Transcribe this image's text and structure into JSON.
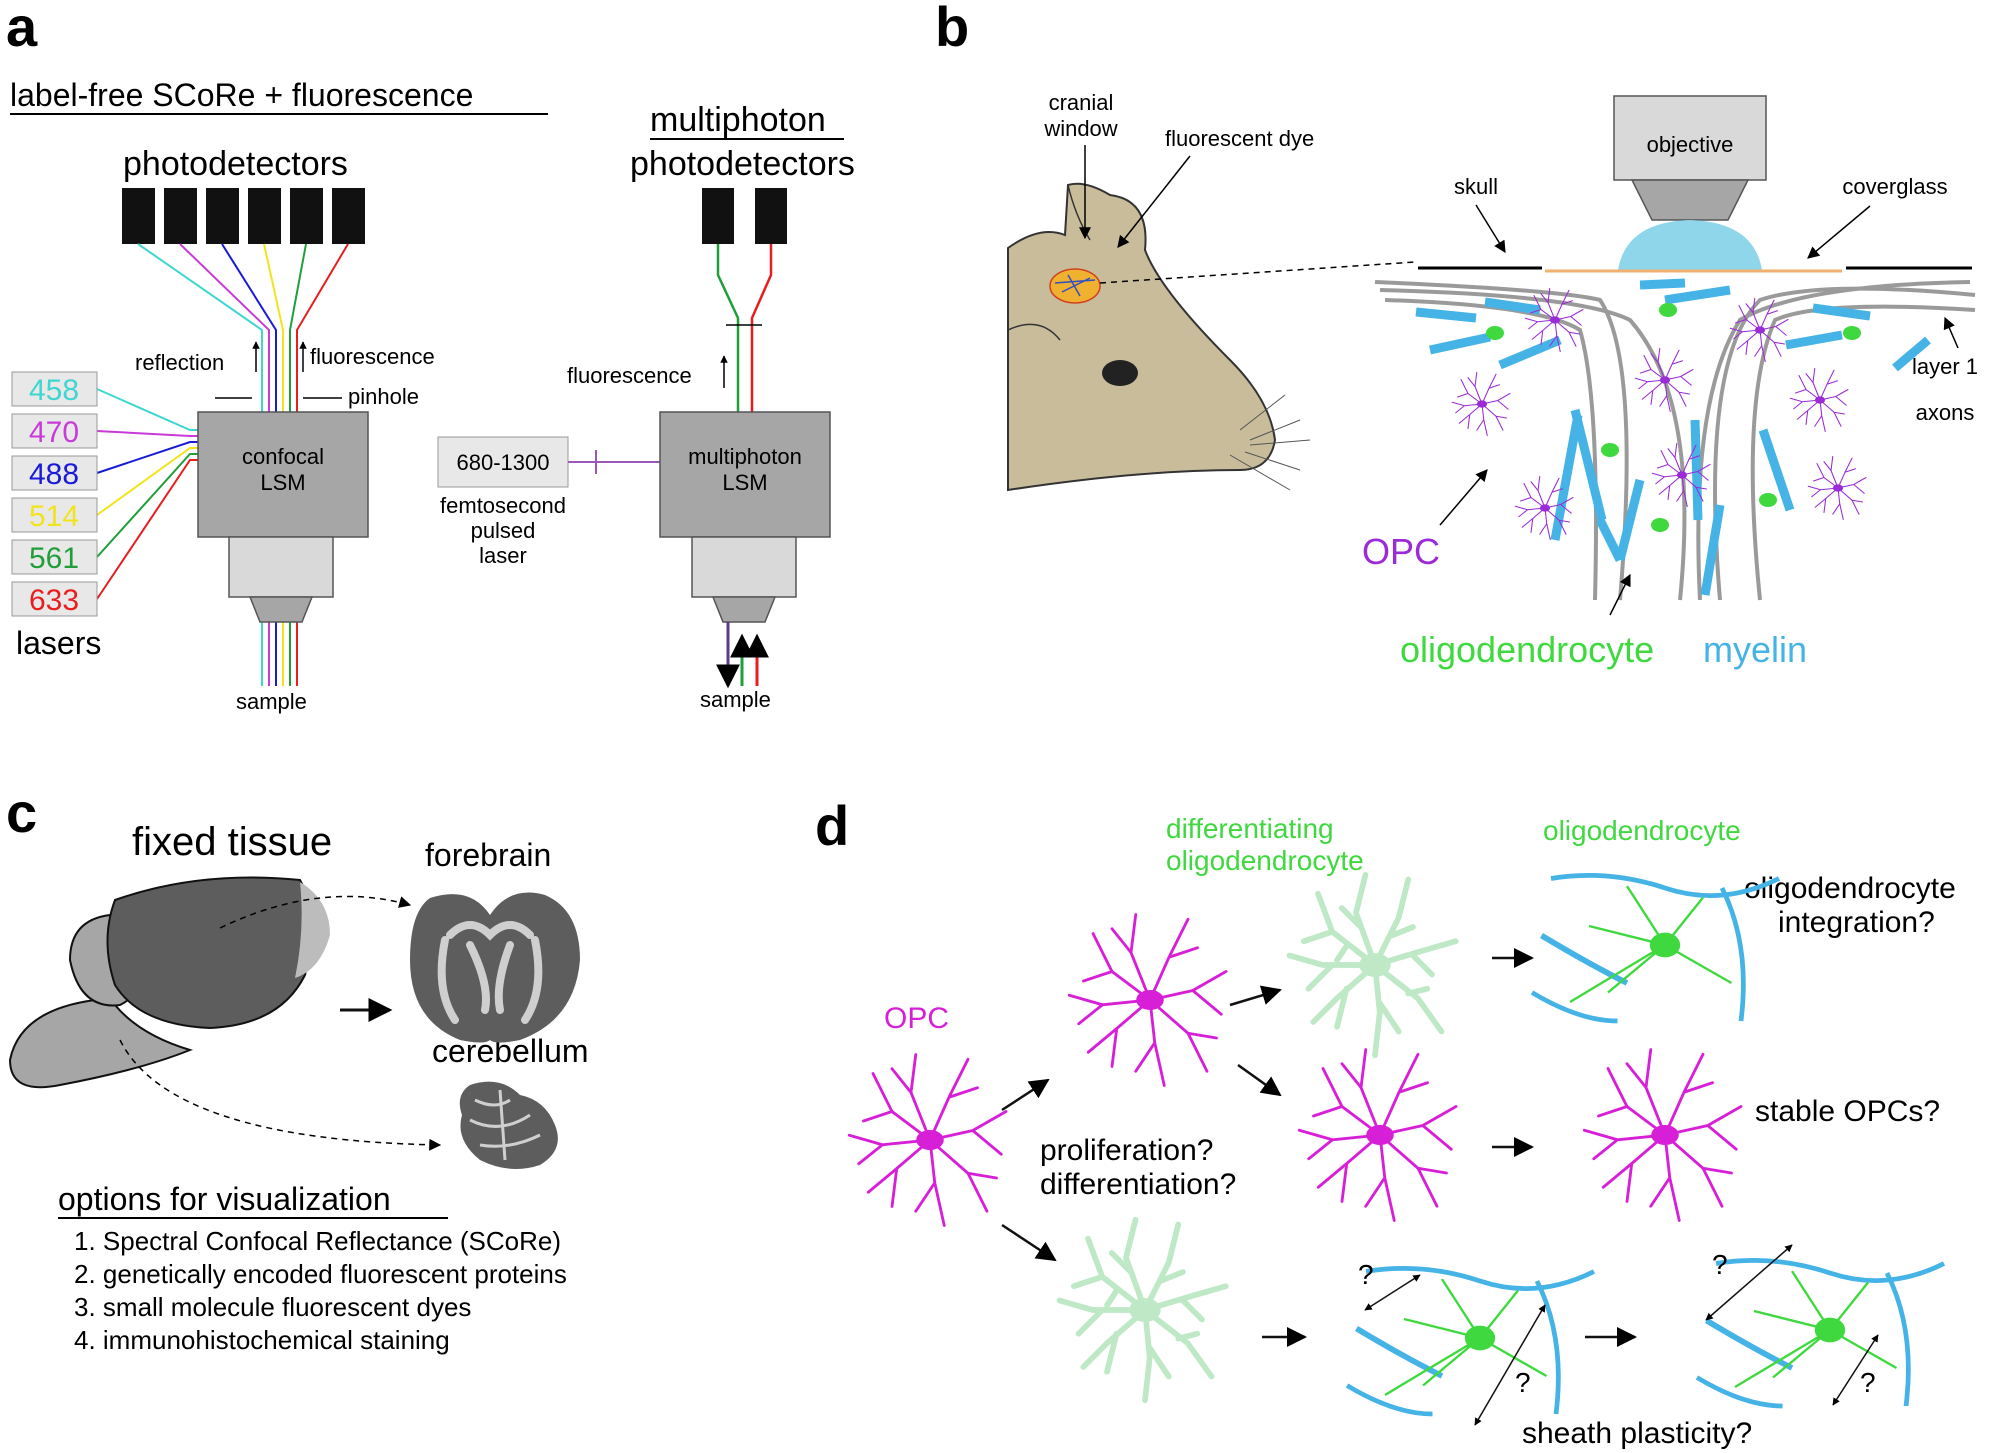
{
  "panels": {
    "a": {
      "letter": "a",
      "title_left": "label-free SCoRe + fluorescence",
      "photodetectors": "photodetectors",
      "reflection": "reflection",
      "fluorescence": "fluorescence",
      "pinhole": "pinhole",
      "confocal_line1": "confocal",
      "confocal_line2": "LSM",
      "lasers": [
        {
          "wavelength": "458",
          "color": "#3fd6d1"
        },
        {
          "wavelength": "470",
          "color": "#c83bd9"
        },
        {
          "wavelength": "488",
          "color": "#1a1ad9"
        },
        {
          "wavelength": "514",
          "color": "#f2e41c"
        },
        {
          "wavelength": "561",
          "color": "#1f9e3a"
        },
        {
          "wavelength": "633",
          "color": "#e81e1e"
        }
      ],
      "lasers_label": "lasers",
      "sample_left": "sample",
      "mp_title": "multiphoton",
      "mp_photodetectors": "photodetectors",
      "mp_fluorescence": "fluorescence",
      "laser_range": "680-1300",
      "fs_line1": "femtosecond",
      "fs_line2": "pulsed",
      "fs_line3": "laser",
      "mp_line1": "multiphoton",
      "mp_line2": "LSM",
      "sample_right": "sample"
    },
    "b": {
      "letter": "b",
      "cranial1": "cranial",
      "cranial2": "window",
      "dye": "fluorescent dye",
      "objective": "objective",
      "skull": "skull",
      "coverglass": "coverglass",
      "layer1": "layer 1",
      "axons": "axons",
      "opc": "OPC",
      "oligodendrocyte": "oligodendrocyte",
      "myelin": "myelin"
    },
    "c": {
      "letter": "c",
      "fixed_tissue": "fixed tissue",
      "forebrain": "forebrain",
      "cerebellum": "cerebellum",
      "options_title": "options for visualization",
      "options": [
        "1. Spectral Confocal Reflectance (SCoRe)",
        "2. genetically encoded fluorescent proteins",
        "3. small molecule fluorescent dyes",
        "4. immunohistochemical staining"
      ]
    },
    "d": {
      "letter": "d",
      "diff1": "differentiating",
      "diff2": "oligodendrocyte",
      "oligo": "oligodendrocyte",
      "opc": "OPC",
      "integration1": "oligodendrocyte",
      "integration2": "integration?",
      "proliferation": "proliferation?",
      "differentiation": "differentiation?",
      "stable": "stable OPCs?",
      "q": "?",
      "sheath": "sheath plasticity?"
    }
  },
  "colors": {
    "opc_magenta": "#d81fd8",
    "opc_purple": "#9a2bd6",
    "oligo_green": "#3fd93f",
    "diff_green": "#bfe8c6",
    "myelin_blue": "#45b3e6",
    "axon_gray": "#9a9a9a",
    "mouse_tan": "#c8bc9b",
    "box_gray": "#a6a6a6"
  }
}
